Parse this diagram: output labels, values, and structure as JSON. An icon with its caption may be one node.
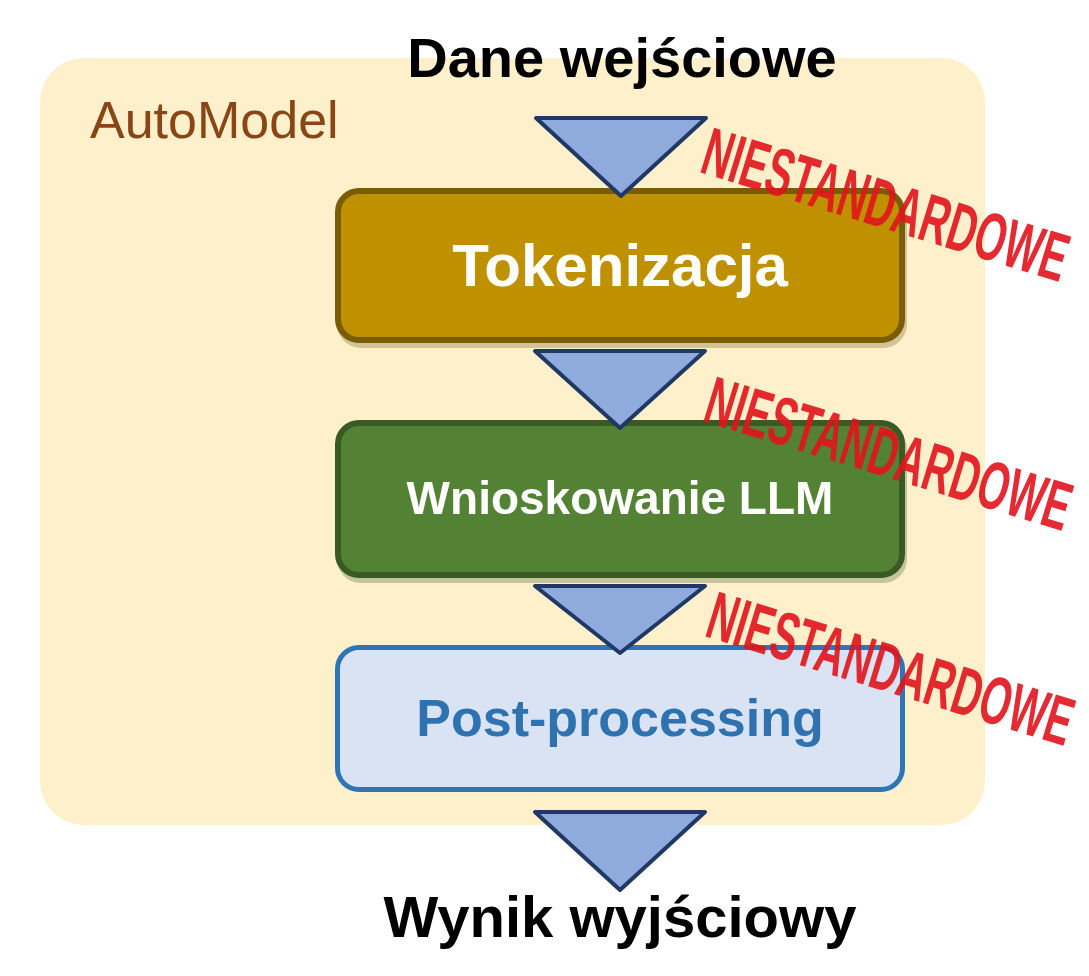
{
  "diagram": {
    "nodes": [
      {
        "text": [
          "AutoModel"
        ]
      },
      {
        "text": [
          "Dane wejściowe"
        ]
      },
      {
        "text": [
          "Tokenizacja"
        ],
        "in": 0
      },
      {
        "text": [
          "Wnioskowanie LLM"
        ],
        "in": 0
      },
      {
        "text": [
          "Post-processing"
        ],
        "in": 0
      },
      {
        "text": [
          "Wynik wyjściowy"
        ]
      }
    ],
    "edges": [
      {
        "from": 1,
        "to": 2,
        "arrow": "to"
      },
      {
        "from": 2,
        "to": 3,
        "arrow": "to"
      },
      {
        "from": 3,
        "to": 4,
        "arrow": "to"
      },
      {
        "from": 4,
        "to": 5,
        "arrow": "to"
      }
    ],
    "labels": [
      "NIESTANDARDOWE",
      "NIESTANDARDOWE",
      "NIESTANDARDOWE"
    ]
  }
}
